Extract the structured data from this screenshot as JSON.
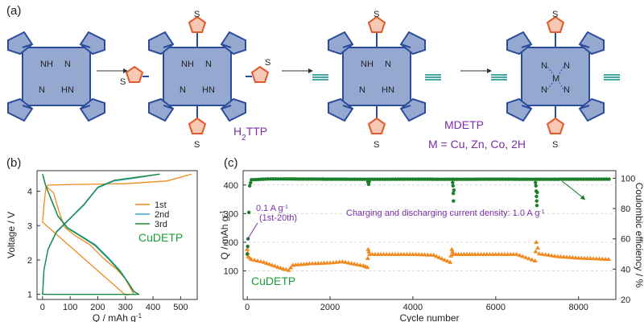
{
  "panel_a": {
    "label": "(a)",
    "compound_name_main": "H",
    "compound_name_sub": "2",
    "compound_name_tail": "TTP",
    "compound_mdetp": "MDETP",
    "metal_list": "M = Cu, Zn, Co, 2H",
    "atoms": {
      "nh": "NH",
      "hn": "HN",
      "n": "N",
      "s": "S",
      "m": "M"
    },
    "colors": {
      "porphyrin": "#94A8D0",
      "edge": "#2B4C9B",
      "thiophene": "#E05A30",
      "purple": "#7A2FA8",
      "alkyne": "#0F8A8A"
    }
  },
  "chart_data": [
    {
      "type": "line",
      "panel": "(b)",
      "xlabel": "Q / mAh g",
      "xlabel_sup": "-1",
      "ylabel": "Voltage / V",
      "xlim": [
        -20,
        560
      ],
      "ylim": [
        0.85,
        4.6
      ],
      "xticks": [
        0,
        100,
        200,
        300,
        400,
        500
      ],
      "yticks": [
        1,
        2,
        3,
        4
      ],
      "legend_position": "right",
      "annotation": "CuDETP",
      "series": [
        {
          "name": "1st",
          "color": "#F08A1E",
          "points": [
            [
              0,
              4.5
            ],
            [
              12,
              4.15
            ],
            [
              40,
              3.95
            ],
            [
              60,
              3.4
            ],
            [
              80,
              2.95
            ],
            [
              120,
              2.7
            ],
            [
              170,
              2.45
            ],
            [
              220,
              2.05
            ],
            [
              270,
              1.72
            ],
            [
              300,
              1.45
            ],
            [
              320,
              1.15
            ],
            [
              330,
              1.0
            ],
            [
              330,
              1.0
            ],
            [
              300,
              0.98
            ],
            [
              0,
              3.1
            ],
            [
              5,
              3.6
            ],
            [
              12,
              4.1
            ],
            [
              20,
              4.18
            ],
            [
              120,
              4.2
            ],
            [
              300,
              4.22
            ],
            [
              450,
              4.3
            ],
            [
              540,
              4.5
            ]
          ]
        },
        {
          "name": "2nd",
          "color": "#3AA6D8",
          "points": [
            [
              0,
              4.5
            ],
            [
              10,
              4.18
            ],
            [
              30,
              3.8
            ],
            [
              55,
              3.3
            ],
            [
              90,
              2.95
            ],
            [
              140,
              2.7
            ],
            [
              190,
              2.45
            ],
            [
              240,
              2.05
            ],
            [
              280,
              1.7
            ],
            [
              310,
              1.35
            ],
            [
              330,
              1.1
            ],
            [
              345,
              1.0
            ],
            [
              0,
              1.0
            ],
            [
              5,
              1.7
            ],
            [
              20,
              2.3
            ],
            [
              50,
              2.8
            ],
            [
              100,
              3.2
            ],
            [
              150,
              3.6
            ],
            [
              200,
              4.1
            ],
            [
              260,
              4.3
            ],
            [
              350,
              4.4
            ],
            [
              420,
              4.5
            ]
          ]
        },
        {
          "name": "3rd",
          "color": "#1B8A3A",
          "points": [
            [
              0,
              4.5
            ],
            [
              10,
              4.2
            ],
            [
              30,
              3.78
            ],
            [
              55,
              3.28
            ],
            [
              90,
              2.93
            ],
            [
              140,
              2.68
            ],
            [
              190,
              2.42
            ],
            [
              240,
              2.02
            ],
            [
              280,
              1.67
            ],
            [
              310,
              1.33
            ],
            [
              330,
              1.08
            ],
            [
              350,
              1.0
            ],
            [
              0,
              1.0
            ],
            [
              5,
              1.72
            ],
            [
              20,
              2.32
            ],
            [
              50,
              2.82
            ],
            [
              100,
              3.22
            ],
            [
              150,
              3.62
            ],
            [
              200,
              4.12
            ],
            [
              260,
              4.32
            ],
            [
              350,
              4.42
            ],
            [
              425,
              4.5
            ]
          ]
        }
      ]
    },
    {
      "type": "scatter",
      "panel": "(c)",
      "xlabel": "Cycle number",
      "ylabel": "Q / mAh g",
      "ylabel_sup": "-1",
      "y2label": "Coulombic efficiency / %",
      "xlim": [
        -100,
        8900
      ],
      "ylim": [
        0,
        450
      ],
      "y2lim": [
        20,
        105
      ],
      "xticks": [
        0,
        2000,
        4000,
        6000,
        8000
      ],
      "yticks": [
        100,
        200,
        300,
        400
      ],
      "y2ticks": [
        20,
        40,
        60,
        80,
        100
      ],
      "grid": "dashed",
      "annotation_rate": "0.1 A g",
      "annotation_rate_sup": "-1",
      "annotation_cycles": "(1st-20th)",
      "annotation_current": "Charging and discharging current density: 1.0 A g",
      "annotation_current_sup": "-1",
      "annotation_name": "CuDETP",
      "capacity": {
        "color": "#F08A1E",
        "points": [
          [
            0,
            175
          ],
          [
            20,
            150
          ],
          [
            100,
            140
          ],
          [
            400,
            130
          ],
          [
            800,
            110
          ],
          [
            1000,
            102
          ],
          [
            1100,
            120
          ],
          [
            1500,
            125
          ],
          [
            2000,
            128
          ],
          [
            2300,
            132
          ],
          [
            2800,
            118
          ],
          [
            2900,
            112
          ],
          [
            2920,
            175
          ],
          [
            2950,
            158
          ],
          [
            3500,
            158
          ],
          [
            4000,
            158
          ],
          [
            4500,
            155
          ],
          [
            4900,
            130
          ],
          [
            4940,
            175
          ],
          [
            4970,
            158
          ],
          [
            5500,
            158
          ],
          [
            6000,
            158
          ],
          [
            6500,
            158
          ],
          [
            6950,
            135
          ],
          [
            6980,
            200
          ],
          [
            7050,
            160
          ],
          [
            7500,
            150
          ],
          [
            8000,
            145
          ],
          [
            8500,
            142
          ],
          [
            8800,
            140
          ]
        ]
      },
      "efficiency": {
        "color": "#1B7F2A",
        "points": [
          [
            0,
            50
          ],
          [
            20,
            60
          ],
          [
            60,
            95
          ],
          [
            100,
            99
          ],
          [
            500,
            99.5
          ],
          [
            1000,
            99.5
          ],
          [
            2000,
            99.4
          ],
          [
            2900,
            99.3
          ],
          [
            2930,
            96
          ],
          [
            2960,
            99.3
          ],
          [
            4000,
            99.4
          ],
          [
            4950,
            99.3
          ],
          [
            4970,
            95
          ],
          [
            4980,
            85
          ],
          [
            5000,
            99.3
          ],
          [
            6000,
            99.4
          ],
          [
            6950,
            99.3
          ],
          [
            6970,
            95
          ],
          [
            6985,
            88
          ],
          [
            6995,
            82
          ],
          [
            7010,
            99.3
          ],
          [
            8000,
            99.4
          ],
          [
            8800,
            99.4
          ]
        ]
      }
    }
  ]
}
